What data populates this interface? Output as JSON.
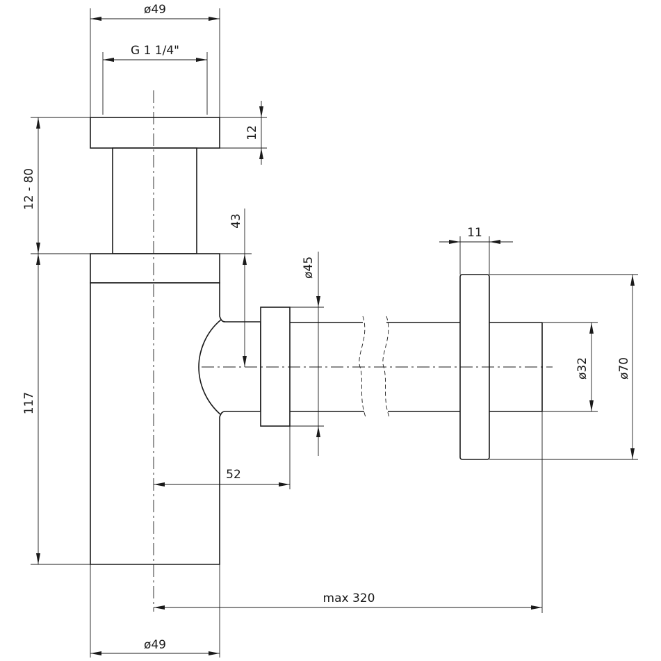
{
  "dimensions": {
    "top_outer_diameter": "ø49",
    "thread": "G 1 1/4\"",
    "cap_height": "12",
    "adjust_range": "12 - 80",
    "outlet_drop": "43",
    "outlet_diameter": "ø45",
    "flange_thickness": "11",
    "pipe_diameter": "ø32",
    "flange_diameter": "ø70",
    "body_height": "117",
    "outlet_offset": "52",
    "max_length": "max 320",
    "bottom_outer_diameter": "ø49"
  }
}
